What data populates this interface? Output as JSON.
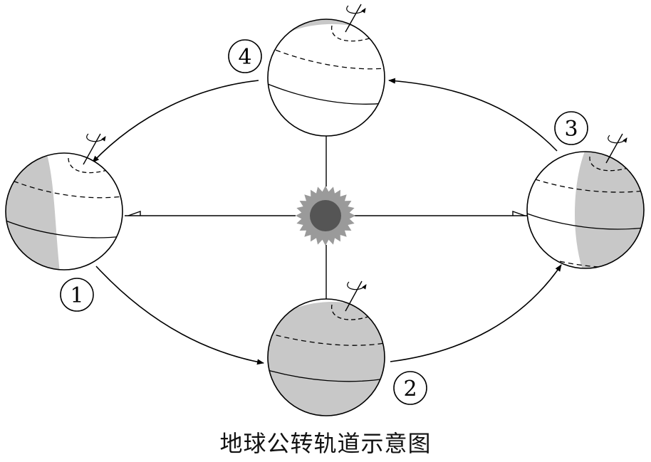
{
  "diagram": {
    "caption": "地球公转轨道示意图",
    "positions": [
      {
        "label": "1"
      },
      {
        "label": "2"
      },
      {
        "label": "3"
      },
      {
        "label": "4"
      }
    ],
    "colors": {
      "night": "#c8c8c8",
      "sun_core": "#555555",
      "sun_corona": "#9a9a9a",
      "line": "#000000"
    }
  }
}
